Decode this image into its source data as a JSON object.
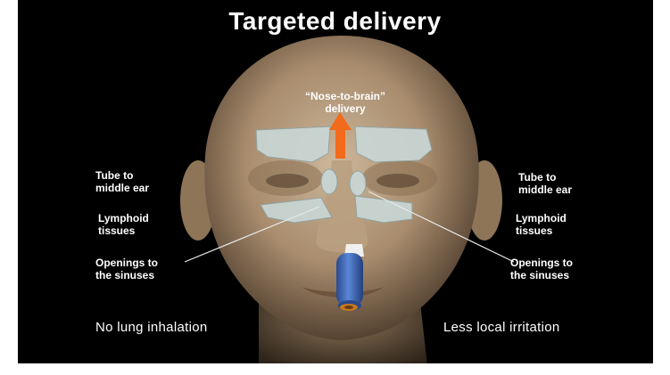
{
  "title": "Targeted delivery",
  "nose_to_brain": {
    "line1": "“Nose-to-brain”",
    "line2": "delivery"
  },
  "left_labels": {
    "tube": {
      "line1": "Tube to",
      "line2": "middle ear"
    },
    "lymphoid": {
      "line1": "Lymphoid",
      "line2": "tissues"
    },
    "openings": {
      "line1": "Openings to",
      "line2": "the sinuses"
    }
  },
  "right_labels": {
    "tube": {
      "line1": "Tube to",
      "line2": "middle ear"
    },
    "lymphoid": {
      "line1": "Lymphoid",
      "line2": "tissues"
    },
    "openings": {
      "line1": "Openings to",
      "line2": "the sinuses"
    }
  },
  "bottom_left": "No lung inhalation",
  "bottom_right": "Less local irritation",
  "colors": {
    "background": "#000000",
    "skin": "#b49a7c",
    "sinus_overlay": "#c9d7d6",
    "arrow": "#f26a1b",
    "inhaler": "#3e67b5"
  }
}
